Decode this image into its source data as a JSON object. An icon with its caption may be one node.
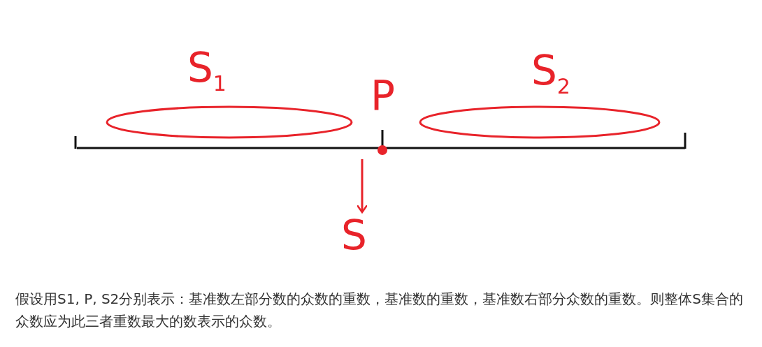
{
  "diagram": {
    "nodes": [
      {
        "text": [
          "S$_{1}$"
        ]
      },
      {
        "text": [
          "P"
        ]
      },
      {
        "text": [
          "S$_{2}$"
        ]
      },
      {
        "text": [
          "S"
        ]
      }
    ],
    "edges": [
      {
        "from": 1,
        "to": 3,
        "arrow": "to"
      }
    ],
    "caption": "假设用S1, P, S2分别表示：基准数左部分数的众数的重数，基准数的重数，基准数右部分众数的重数。则整体S集合的众数应为此三者重数最大的数表示的众数。"
  }
}
